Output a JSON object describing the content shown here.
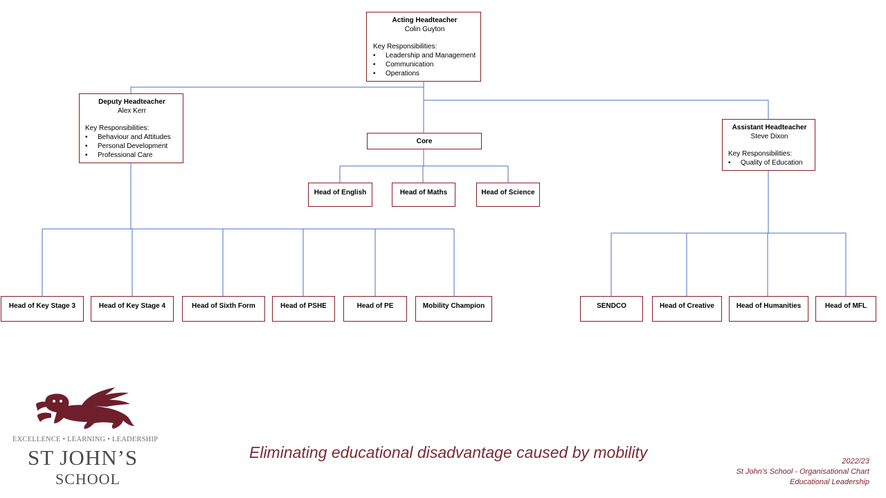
{
  "org": {
    "head": {
      "title": "Acting Headteacher",
      "name": "Colin Guyton",
      "kr_label": "Key Responsibilities:",
      "items": [
        "Leadership and Management",
        "Communication",
        "Operations"
      ]
    },
    "deputy": {
      "title": "Deputy Headteacher",
      "name": "Alex Kerr",
      "kr_label": "Key Responsibilities:",
      "items": [
        "Behaviour and Attitudes",
        "Personal Development",
        "Professional Care"
      ]
    },
    "assistant": {
      "title": "Assistant Headteacher",
      "name": "Steve Dixon",
      "kr_label": "Key Responsibilities:",
      "items": [
        "Quality of Education"
      ]
    },
    "core": {
      "label": "Core",
      "children": [
        "Head of English",
        "Head of Maths",
        "Head of Science"
      ]
    },
    "deputy_reports": [
      "Head of Key Stage 3",
      "Head of Key Stage 4",
      "Head of Sixth Form",
      "Head of PSHE",
      "Head of PE",
      "Mobility Champion"
    ],
    "assistant_reports": [
      "SENDCO",
      "Head of Creative",
      "Head of Humanities",
      "Head of MFL"
    ]
  },
  "motto": "Eliminating educational disadvantage caused by mobility",
  "footer": {
    "year": "2022/23",
    "line1": "St John’s School - Organisational Chart",
    "line2": "Educational Leadership"
  },
  "logo": {
    "tagline": "EXCELLENCE • LEARNING • LEADERSHIP",
    "name_line1": "ST JOHN’S",
    "name_line2": "SCHOOL"
  },
  "colors": {
    "box_border": "#8b1c24",
    "connector": "#4472c4",
    "brand": "#7a1f2a"
  }
}
